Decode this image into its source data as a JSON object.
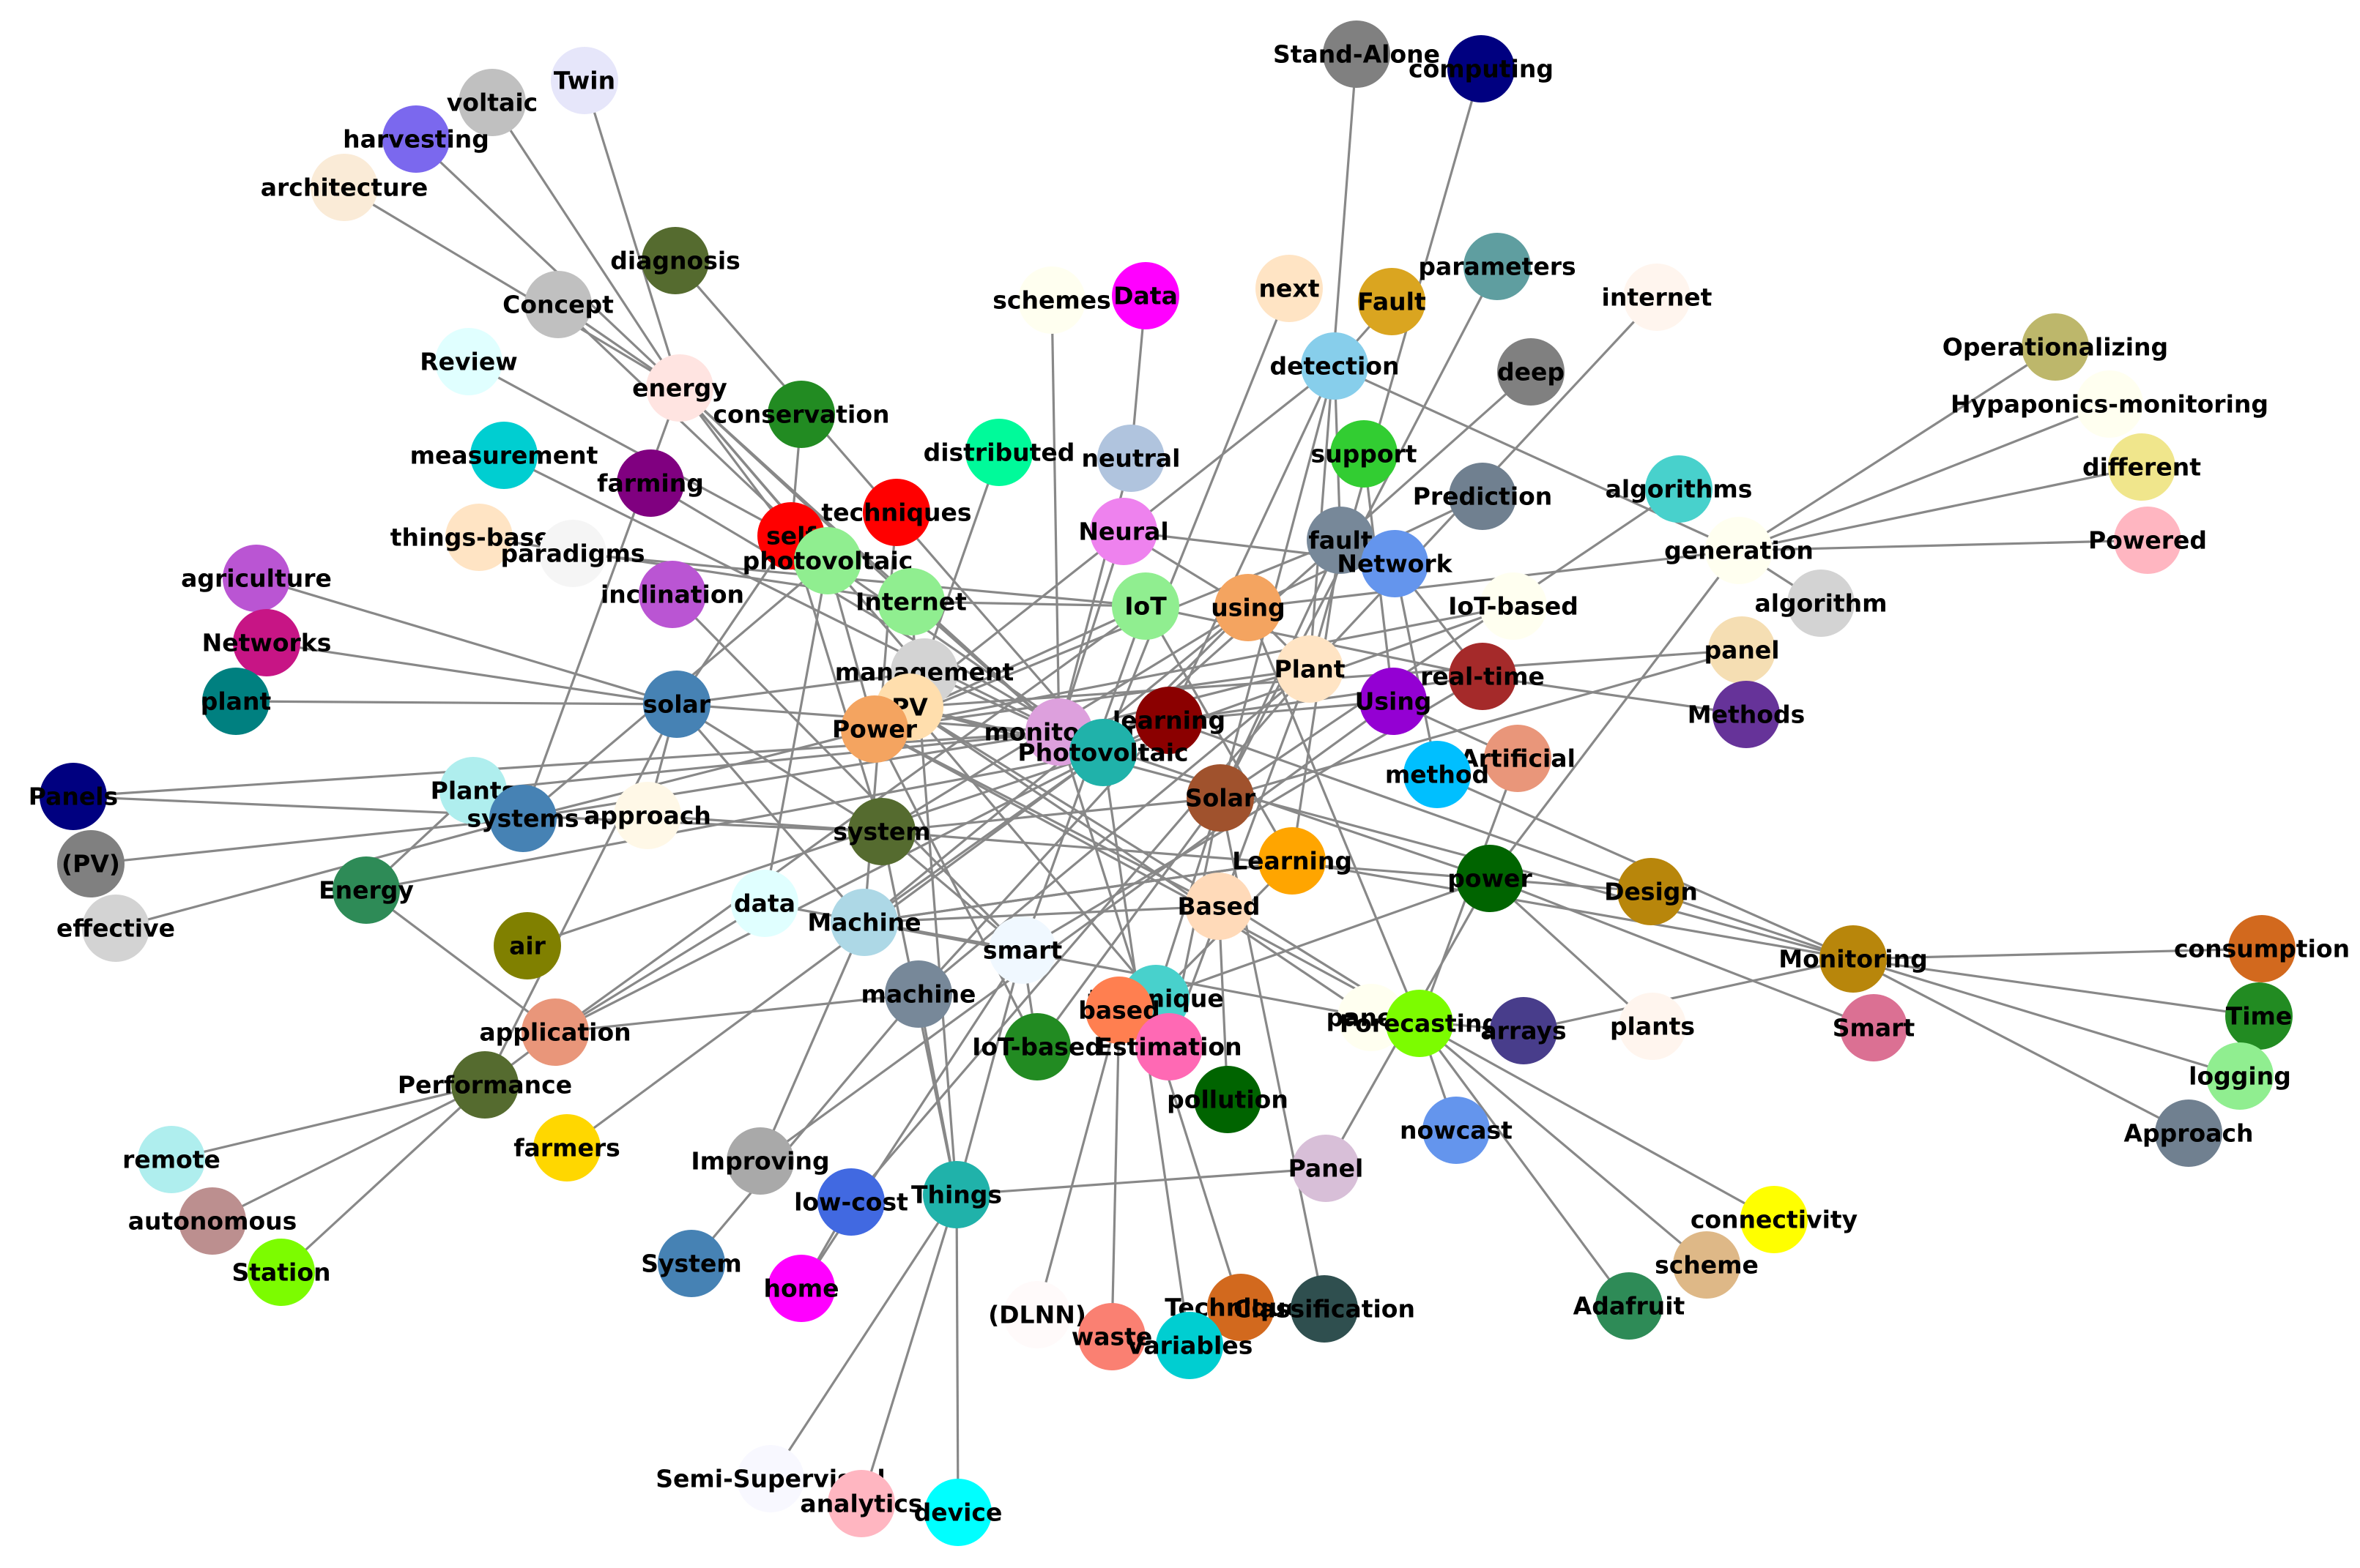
{
  "nodes": [
    {
      "id": "Stand-Alone",
      "label": "Stand-Alone",
      "color": "#808080"
    },
    {
      "id": "computing",
      "label": "computing",
      "color": "#000080"
    },
    {
      "id": "Twin",
      "label": "Twin",
      "color": "#E6E6FA"
    },
    {
      "id": "voltaic",
      "label": "voltaic",
      "color": "#C0C0C0"
    },
    {
      "id": "harvesting",
      "label": "harvesting",
      "color": "#7B68EE"
    },
    {
      "id": "architecture",
      "label": "architecture",
      "color": "#FAEBD7"
    },
    {
      "id": "diagnosis",
      "label": "diagnosis",
      "color": "#556B2F"
    },
    {
      "id": "Concept",
      "label": "Concept",
      "color": "#C0C0C0"
    },
    {
      "id": "schemes",
      "label": "schemes",
      "color": "#FFFFF0"
    },
    {
      "id": "Data",
      "label": "Data",
      "color": "#FF00FF"
    },
    {
      "id": "next",
      "label": "next",
      "color": "#FFE4C4"
    },
    {
      "id": "Fault",
      "label": "Fault",
      "color": "#DAA520"
    },
    {
      "id": "parameters",
      "label": "parameters",
      "color": "#5F9EA0"
    },
    {
      "id": "internet",
      "label": "internet",
      "color": "#FFF5EE"
    },
    {
      "id": "Review",
      "label": "Review",
      "color": "#E0FFFF"
    },
    {
      "id": "energy",
      "label": "energy",
      "color": "#FFE4E1"
    },
    {
      "id": "detection",
      "label": "detection",
      "color": "#87CEEB"
    },
    {
      "id": "deep",
      "label": "deep",
      "color": "#808080"
    },
    {
      "id": "Operationalizing",
      "label": "Operationalizing",
      "color": "#BDB76B"
    },
    {
      "id": "conservation",
      "label": "conservation",
      "color": "#228B22"
    },
    {
      "id": "Hypaponics-monitoring",
      "label": "Hypaponics-monitoring",
      "color": "#FFFFF0"
    },
    {
      "id": "measurement",
      "label": "measurement",
      "color": "#00CED1"
    },
    {
      "id": "distributed",
      "label": "distributed",
      "color": "#00FA9A"
    },
    {
      "id": "support",
      "label": "support",
      "color": "#32CD32"
    },
    {
      "id": "neutral",
      "label": "neutral",
      "color": "#B0C4DE"
    },
    {
      "id": "different",
      "label": "different",
      "color": "#F0E68C"
    },
    {
      "id": "farming",
      "label": "farming",
      "color": "#800080"
    },
    {
      "id": "techniques",
      "label": "techniques",
      "color": "#FF0000"
    },
    {
      "id": "Prediction",
      "label": "Prediction",
      "color": "#708090"
    },
    {
      "id": "algorithms",
      "label": "algorithms",
      "color": "#48D1CC"
    },
    {
      "id": "things-based",
      "label": "things-based",
      "color": "#FFE4C4"
    },
    {
      "id": "self",
      "label": "self",
      "color": "#FF0000"
    },
    {
      "id": "fault",
      "label": "fault",
      "color": "#778899"
    },
    {
      "id": "Neural",
      "label": "Neural",
      "color": "#EE82EE"
    },
    {
      "id": "Powered",
      "label": "Powered",
      "color": "#FFB6C1"
    },
    {
      "id": "paradigms",
      "label": "paradigms",
      "color": "#F5F5F5"
    },
    {
      "id": "photovoltaic",
      "label": "photovoltaic",
      "color": "#90EE90"
    },
    {
      "id": "generation",
      "label": "generation",
      "color": "#FFFFF0"
    },
    {
      "id": "Network",
      "label": "Network",
      "color": "#6495ED"
    },
    {
      "id": "agriculture",
      "label": "agriculture",
      "color": "#BA55D3"
    },
    {
      "id": "inclination",
      "label": "inclination",
      "color": "#BA55D3"
    },
    {
      "id": "Internet",
      "label": "Internet",
      "color": "#90EE90"
    },
    {
      "id": "IoT",
      "label": "IoT",
      "color": "#90EE90"
    },
    {
      "id": "using",
      "label": "using",
      "color": "#F4A460"
    },
    {
      "id": "algorithm",
      "label": "algorithm",
      "color": "#D3D3D3"
    },
    {
      "id": "IoT-based-top",
      "label": "IoT-based",
      "color": "#FFFFF0"
    },
    {
      "id": "Networks",
      "label": "Networks",
      "color": "#C71585"
    },
    {
      "id": "panel",
      "label": "panel",
      "color": "#F5DEB3"
    },
    {
      "id": "management",
      "label": "management",
      "color": "#D3D3D3"
    },
    {
      "id": "Plant",
      "label": "Plant",
      "color": "#FFE4C4"
    },
    {
      "id": "real-time",
      "label": "real-time",
      "color": "#A52A2A"
    },
    {
      "id": "plant",
      "label": "plant",
      "color": "#008080"
    },
    {
      "id": "solar",
      "label": "solar",
      "color": "#4682B4"
    },
    {
      "id": "PV",
      "label": "PV",
      "color": "#FFDEAD"
    },
    {
      "id": "Using",
      "label": "Using",
      "color": "#9400D3"
    },
    {
      "id": "learning",
      "label": "learning",
      "color": "#8B0000"
    },
    {
      "id": "Methods",
      "label": "Methods",
      "color": "#663399"
    },
    {
      "id": "Power",
      "label": "Power",
      "color": "#F4A460"
    },
    {
      "id": "monitoring",
      "label": "monitoring",
      "color": "#DDA0DD"
    },
    {
      "id": "Photovoltaic",
      "label": "Photovoltaic",
      "color": "#20B2AA"
    },
    {
      "id": "Artificial",
      "label": "Artificial",
      "color": "#E9967A"
    },
    {
      "id": "Panels",
      "label": "Panels",
      "color": "#000080"
    },
    {
      "id": "Plants",
      "label": "Plants",
      "color": "#AFEEEE"
    },
    {
      "id": "method",
      "label": "method",
      "color": "#00BFFF"
    },
    {
      "id": "Solar",
      "label": "Solar",
      "color": "#A0522D"
    },
    {
      "id": "systems",
      "label": "systems",
      "color": "#4682B4"
    },
    {
      "id": "approach",
      "label": "approach",
      "color": "#FFF8E7"
    },
    {
      "id": "system",
      "label": "system",
      "color": "#556B2F"
    },
    {
      "id": "(PV)",
      "label": "(PV)",
      "color": "#808080"
    },
    {
      "id": "Learning",
      "label": "Learning",
      "color": "#FFA500"
    },
    {
      "id": "power",
      "label": "power",
      "color": "#006400"
    },
    {
      "id": "Design",
      "label": "Design",
      "color": "#B8860B"
    },
    {
      "id": "Energy",
      "label": "Energy",
      "color": "#2E8B57"
    },
    {
      "id": "effective",
      "label": "effective",
      "color": "#D3D3D3"
    },
    {
      "id": "data",
      "label": "data",
      "color": "#E0FFFF"
    },
    {
      "id": "Based",
      "label": "Based",
      "color": "#FFDAB9"
    },
    {
      "id": "Machine",
      "label": "Machine",
      "color": "#ADD8E6"
    },
    {
      "id": "air",
      "label": "air",
      "color": "#808000"
    },
    {
      "id": "smart",
      "label": "smart",
      "color": "#F0F8FF"
    },
    {
      "id": "Monitoring",
      "label": "Monitoring",
      "color": "#B8860B"
    },
    {
      "id": "consumption",
      "label": "consumption",
      "color": "#D2691E"
    },
    {
      "id": "technique",
      "label": "technique",
      "color": "#48D1CC"
    },
    {
      "id": "machine",
      "label": "machine",
      "color": "#778899"
    },
    {
      "id": "based",
      "label": "based",
      "color": "#FF7F50"
    },
    {
      "id": "panels",
      "label": "panels",
      "color": "#FFFFF0"
    },
    {
      "id": "Forecasting",
      "label": "Forecasting",
      "color": "#7CFC00"
    },
    {
      "id": "arrays",
      "label": "arrays",
      "color": "#483D8B"
    },
    {
      "id": "plants",
      "label": "plants",
      "color": "#FFF5EE"
    },
    {
      "id": "Smart",
      "label": "Smart",
      "color": "#DB7093"
    },
    {
      "id": "Time",
      "label": "Time",
      "color": "#228B22"
    },
    {
      "id": "application",
      "label": "application",
      "color": "#E9967A"
    },
    {
      "id": "IoT-based-mid",
      "label": "IoT-based",
      "color": "#228B22"
    },
    {
      "id": "Estimation",
      "label": "Estimation",
      "color": "#FF69B4"
    },
    {
      "id": "logging",
      "label": "logging",
      "color": "#90EE90"
    },
    {
      "id": "Performance",
      "label": "Performance",
      "color": "#556B2F"
    },
    {
      "id": "pollution",
      "label": "pollution",
      "color": "#006400"
    },
    {
      "id": "Approach",
      "label": "Approach",
      "color": "#708090"
    },
    {
      "id": "nowcast",
      "label": "nowcast",
      "color": "#6495ED"
    },
    {
      "id": "remote",
      "label": "remote",
      "color": "#AFEEEE"
    },
    {
      "id": "farmers",
      "label": "farmers",
      "color": "#FFD700"
    },
    {
      "id": "Improving",
      "label": "Improving",
      "color": "#A9A9A9"
    },
    {
      "id": "Panel",
      "label": "Panel",
      "color": "#D8BFD8"
    },
    {
      "id": "low-cost",
      "label": "low-cost",
      "color": "#4169E1"
    },
    {
      "id": "Things",
      "label": "Things",
      "color": "#20B2AA"
    },
    {
      "id": "connectivity",
      "label": "connectivity",
      "color": "#FFFF00"
    },
    {
      "id": "autonomous",
      "label": "autonomous",
      "color": "#BC8F8F"
    },
    {
      "id": "scheme",
      "label": "scheme",
      "color": "#DEB887"
    },
    {
      "id": "System",
      "label": "System",
      "color": "#4682B4"
    },
    {
      "id": "Station",
      "label": "Station",
      "color": "#7CFC00"
    },
    {
      "id": "home",
      "label": "home",
      "color": "#FF00FF"
    },
    {
      "id": "(DLNN)",
      "label": "(DLNN)",
      "color": "#FFFAFA"
    },
    {
      "id": "Techniques",
      "label": "Techniques",
      "color": "#D2691E"
    },
    {
      "id": "Classification",
      "label": "Classification",
      "color": "#2F4F4F"
    },
    {
      "id": "Adafruit",
      "label": "Adafruit",
      "color": "#2E8B57"
    },
    {
      "id": "waste",
      "label": "waste",
      "color": "#FA8072"
    },
    {
      "id": "Variables",
      "label": "Variables",
      "color": "#00CED1"
    },
    {
      "id": "Semi-Supervised",
      "label": "Semi-Supervised",
      "color": "#F8F8FF"
    },
    {
      "id": "analytics",
      "label": "analytics",
      "color": "#FFB6C1"
    },
    {
      "id": "device",
      "label": "device",
      "color": "#00FFFF"
    }
  ],
  "edges": [
    [
      "Stand-Alone",
      "Plant"
    ],
    [
      "computing",
      "Plant"
    ],
    [
      "Twin",
      "energy"
    ],
    [
      "voltaic",
      "energy"
    ],
    [
      "harvesting",
      "energy"
    ],
    [
      "architecture",
      "energy"
    ],
    [
      "Concept",
      "energy"
    ],
    [
      "Concept",
      "photovoltaic"
    ],
    [
      "diagnosis",
      "Photovoltaic"
    ],
    [
      "schemes",
      "monitoring"
    ],
    [
      "Data",
      "neutral"
    ],
    [
      "next",
      "Photovoltaic"
    ],
    [
      "Fault",
      "detection"
    ],
    [
      "parameters",
      "Solar"
    ],
    [
      "internet",
      "Plant"
    ],
    [
      "Review",
      "self"
    ],
    [
      "energy",
      "self"
    ],
    [
      "energy",
      "photovoltaic"
    ],
    [
      "energy",
      "Internet"
    ],
    [
      "energy",
      "management"
    ],
    [
      "energy",
      "monitoring"
    ],
    [
      "energy",
      "systems"
    ],
    [
      "detection",
      "generation"
    ],
    [
      "detection",
      "fault"
    ],
    [
      "detection",
      "Power"
    ],
    [
      "detection",
      "learning"
    ],
    [
      "deep",
      "Photovoltaic"
    ],
    [
      "Operationalizing",
      "generation"
    ],
    [
      "Hypaponics-monitoring",
      "generation"
    ],
    [
      "different",
      "generation"
    ],
    [
      "Powered",
      "generation"
    ],
    [
      "algorithm",
      "generation"
    ],
    [
      "generation",
      "using"
    ],
    [
      "generation",
      "power"
    ],
    [
      "conservation",
      "self"
    ],
    [
      "measurement",
      "Photovoltaic"
    ],
    [
      "distributed",
      "PV"
    ],
    [
      "support",
      "Using"
    ],
    [
      "neutral",
      "monitoring"
    ],
    [
      "farming",
      "Photovoltaic"
    ],
    [
      "techniques",
      "Machine"
    ],
    [
      "Prediction",
      "using"
    ],
    [
      "algorithms",
      "Solar"
    ],
    [
      "things-based",
      "Internet"
    ],
    [
      "self",
      "photovoltaic"
    ],
    [
      "self",
      "system"
    ],
    [
      "self",
      "solar"
    ],
    [
      "fault",
      "Power"
    ],
    [
      "fault",
      "Solar"
    ],
    [
      "fault",
      "Learning"
    ],
    [
      "fault",
      "Network"
    ],
    [
      "Neural",
      "Network"
    ],
    [
      "Neural",
      "using"
    ],
    [
      "Neural",
      "monitoring"
    ],
    [
      "paradigms",
      "IoT"
    ],
    [
      "photovoltaic",
      "systems"
    ],
    [
      "photovoltaic",
      "data"
    ],
    [
      "Network",
      "real-time"
    ],
    [
      "Network",
      "method"
    ],
    [
      "agriculture",
      "solar"
    ],
    [
      "Networks",
      "solar"
    ],
    [
      "plant",
      "solar"
    ],
    [
      "inclination",
      "smart"
    ],
    [
      "Internet",
      "Things"
    ],
    [
      "Internet",
      "monitoring"
    ],
    [
      "IoT",
      "Power"
    ],
    [
      "IoT",
      "Learning"
    ],
    [
      "IoT",
      "smart"
    ],
    [
      "IoT",
      "application"
    ],
    [
      "IoT",
      "real-time"
    ],
    [
      "using",
      "system"
    ],
    [
      "using",
      "Machine"
    ],
    [
      "using",
      "Photovoltaic"
    ],
    [
      "using",
      "Forecasting"
    ],
    [
      "IoT-based-top",
      "Photovoltaic"
    ],
    [
      "IoT-based-top",
      "Power"
    ],
    [
      "panel",
      "Solar"
    ],
    [
      "panel",
      "PV"
    ],
    [
      "management",
      "Photovoltaic"
    ],
    [
      "management",
      "solar"
    ],
    [
      "Plant",
      "Power"
    ],
    [
      "Plant",
      "machine"
    ],
    [
      "Plant",
      "monitoring"
    ],
    [
      "Plant",
      "low-cost"
    ],
    [
      "Plant",
      "Estimation"
    ],
    [
      "real-time",
      "smart"
    ],
    [
      "real-time",
      "Methods"
    ],
    [
      "real-time",
      "learning"
    ],
    [
      "solar",
      "system"
    ],
    [
      "solar",
      "monitoring"
    ],
    [
      "solar",
      "Machine"
    ],
    [
      "solar",
      "Performance"
    ],
    [
      "solar",
      "approach"
    ],
    [
      "PV",
      "Monitoring"
    ],
    [
      "PV",
      "panels"
    ],
    [
      "PV",
      "Photovoltaic"
    ],
    [
      "PV",
      "Forecasting"
    ],
    [
      "PV",
      "technique"
    ],
    [
      "Using",
      "Artificial"
    ],
    [
      "Using",
      "Improving"
    ],
    [
      "Using",
      "learning"
    ],
    [
      "learning",
      "machine"
    ],
    [
      "learning",
      "application"
    ],
    [
      "learning",
      "Design"
    ],
    [
      "Power",
      "IoT-based-mid"
    ],
    [
      "Power",
      "Forecasting"
    ],
    [
      "Power",
      "Based"
    ],
    [
      "monitoring",
      "power"
    ],
    [
      "monitoring",
      "Panels"
    ],
    [
      "monitoring",
      "Plants"
    ],
    [
      "monitoring",
      "systems"
    ],
    [
      "monitoring",
      "Techniques"
    ],
    [
      "Photovoltaic",
      "Energy"
    ],
    [
      "Photovoltaic",
      "air"
    ],
    [
      "Photovoltaic",
      "Machine"
    ],
    [
      "Photovoltaic",
      "farmers"
    ],
    [
      "Photovoltaic",
      "Variables"
    ],
    [
      "Artificial",
      "Forecasting"
    ],
    [
      "method",
      "Monitoring"
    ],
    [
      "Solar",
      "system"
    ],
    [
      "Solar",
      "Classification"
    ],
    [
      "Solar",
      "Estimation"
    ],
    [
      "Solar",
      "IoT-based-mid"
    ],
    [
      "systems",
      "(PV)"
    ],
    [
      "systems",
      "effective"
    ],
    [
      "systems",
      "Power"
    ],
    [
      "approach",
      "system"
    ],
    [
      "system",
      "Design"
    ],
    [
      "system",
      "Things"
    ],
    [
      "system",
      "smart"
    ],
    [
      "system",
      "Panels"
    ],
    [
      "Learning",
      "Machine"
    ],
    [
      "Learning",
      "Monitoring"
    ],
    [
      "Learning",
      "technique"
    ],
    [
      "power",
      "Smart"
    ],
    [
      "power",
      "plants"
    ],
    [
      "power",
      "based"
    ],
    [
      "power",
      "Panel"
    ],
    [
      "Design",
      "Monitoring"
    ],
    [
      "Energy",
      "application"
    ],
    [
      "Energy",
      "Plants"
    ],
    [
      "data",
      "application"
    ],
    [
      "data",
      "smart"
    ],
    [
      "Based",
      "pollution"
    ],
    [
      "Based",
      "Machine"
    ],
    [
      "Machine",
      "Improving"
    ],
    [
      "Machine",
      "Learning"
    ],
    [
      "smart",
      "home"
    ],
    [
      "smart",
      "Things"
    ],
    [
      "Monitoring",
      "consumption"
    ],
    [
      "Monitoring",
      "Time"
    ],
    [
      "Monitoring",
      "logging"
    ],
    [
      "Monitoring",
      "Approach"
    ],
    [
      "Monitoring",
      "arrays"
    ],
    [
      "technique",
      "Solar"
    ],
    [
      "machine",
      "application"
    ],
    [
      "machine",
      "Things"
    ],
    [
      "machine",
      "System"
    ],
    [
      "based",
      "waste"
    ],
    [
      "based",
      "(DLNN)"
    ],
    [
      "based",
      "Estimation"
    ],
    [
      "panels",
      "Machine"
    ],
    [
      "panels",
      "arrays"
    ],
    [
      "Forecasting",
      "nowcast"
    ],
    [
      "Forecasting",
      "connectivity"
    ],
    [
      "Forecasting",
      "scheme"
    ],
    [
      "Forecasting",
      "Adafruit"
    ],
    [
      "application",
      "Performance"
    ],
    [
      "Performance",
      "remote"
    ],
    [
      "Performance",
      "autonomous"
    ],
    [
      "Performance",
      "Station"
    ],
    [
      "Things",
      "Panel"
    ],
    [
      "Things",
      "device"
    ],
    [
      "Things",
      "analytics"
    ],
    [
      "Things",
      "Semi-Supervised"
    ],
    [
      "low-cost",
      "home"
    ],
    [
      "IoT-based-mid",
      "smart"
    ],
    [
      "Photovoltaic",
      "self"
    ],
    [
      "photovoltaic",
      "Power"
    ],
    [
      "IoT",
      "Internet"
    ],
    [
      "detection",
      "Solar"
    ],
    [
      "using",
      "Plant"
    ]
  ]
}
